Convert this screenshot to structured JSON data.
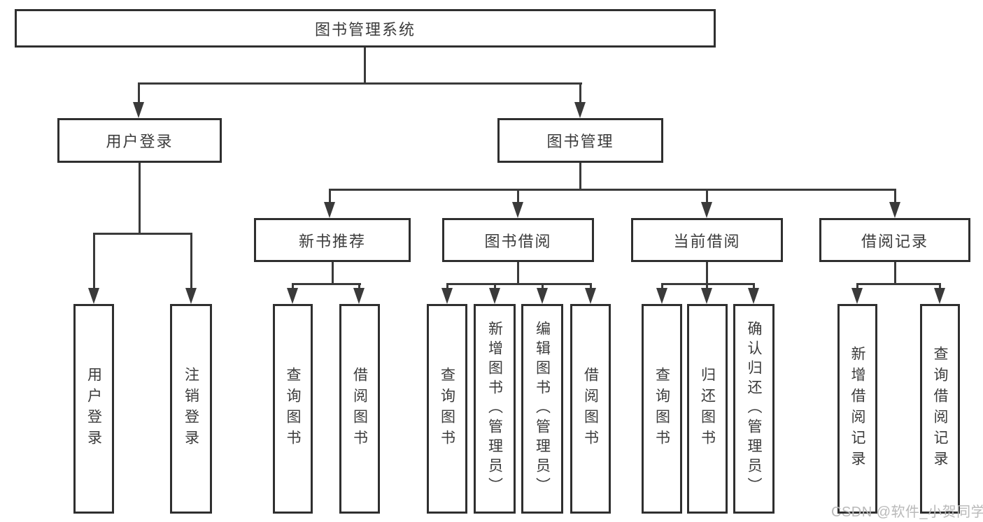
{
  "title": "图书管理系统",
  "tree": {
    "root": {
      "label": "图书管理系统"
    },
    "level2": [
      {
        "label": "用户登录"
      },
      {
        "label": "图书管理"
      }
    ],
    "level3": [
      {
        "label": "新书推荐"
      },
      {
        "label": "图书借阅"
      },
      {
        "label": "当前借阅"
      },
      {
        "label": "借阅记录"
      }
    ],
    "level4": {
      "user_login_children": [
        {
          "label": "用户登录"
        },
        {
          "label": "注销登录"
        }
      ],
      "new_book_children": [
        {
          "label": "查询图书"
        },
        {
          "label": "借阅图书"
        }
      ],
      "book_borrow_children": [
        {
          "label": "查询图书"
        },
        {
          "label": "新增图书（管理员）"
        },
        {
          "label": "编辑图书（管理员）"
        },
        {
          "label": "借阅图书"
        }
      ],
      "current_borrow_children": [
        {
          "label": "查询图书"
        },
        {
          "label": "归还图书"
        },
        {
          "label": "确认归还（管理员）"
        }
      ],
      "borrow_record_children": [
        {
          "label": "新增借阅记录"
        },
        {
          "label": "查询借阅记录"
        }
      ]
    }
  },
  "watermark": {
    "text": "CSDN @软件_小贺同学",
    "color": "#b9b9b9"
  },
  "colors": {
    "background": "#ffffff",
    "box_border": "#2f2f2f",
    "text": "#3b3b3b",
    "line": "#3a3a3a",
    "arrow": "#3a3a3a"
  }
}
